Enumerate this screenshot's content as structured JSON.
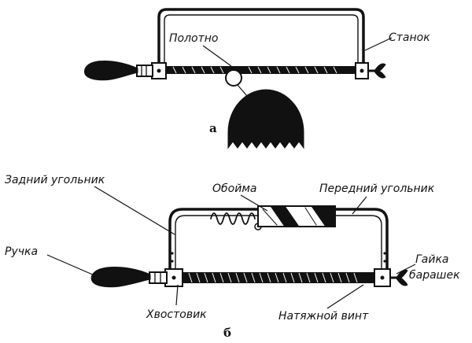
{
  "figure_a": {
    "letter": "а",
    "labels": {
      "blade": "Полотно",
      "frame": "Станок"
    }
  },
  "figure_b": {
    "letter": "б",
    "labels": {
      "rear_bracket": "Задний угольник",
      "clip": "Обойма",
      "front_bracket": "Передний угольник",
      "handle": "Ручка",
      "wing_nut_1": "Гайка",
      "wing_nut_2": "барашек",
      "shank": "Хвостовик",
      "tension_screw": "Натяжной винт"
    }
  }
}
